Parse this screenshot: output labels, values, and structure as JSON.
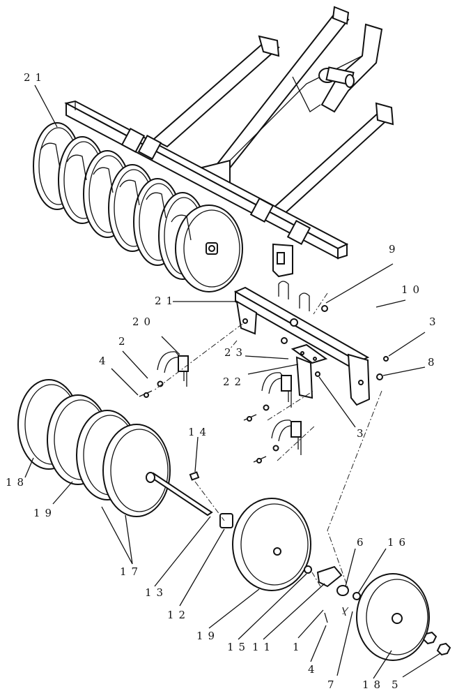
{
  "figure": {
    "callouts": {
      "c21_top": "21",
      "c21_mid": "21",
      "c20": "20",
      "c2": "2",
      "c4_left": "4",
      "c23": "23",
      "c22": "22",
      "c9": "9",
      "c10": "10",
      "c3_right": "3",
      "c8": "8",
      "c3_mid": "3",
      "c14": "14",
      "c18_left": "18",
      "c19_left": "19",
      "c17": "17",
      "c13": "13",
      "c12": "12",
      "c19_mid": "19",
      "c15": "15",
      "c11": "11",
      "c1": "1",
      "c4_bottom": "4",
      "c6": "6",
      "c16": "16",
      "c7": "7",
      "c18_right": "18",
      "c5": "5"
    }
  }
}
